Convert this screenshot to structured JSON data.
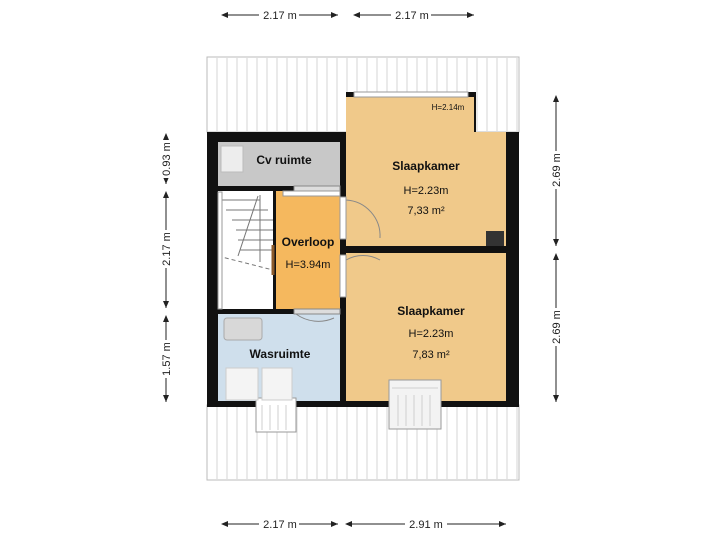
{
  "dimensions": {
    "top_left": "2.17 m",
    "top_right": "2.17 m",
    "bottom_left": "2.17 m",
    "bottom_right": "2.91 m",
    "left_top": "0.93 m",
    "left_middle": "2.17 m",
    "left_bottom": "1.57 m",
    "right_top": "2.69 m",
    "right_bottom": "2.69 m"
  },
  "rooms": {
    "cv": {
      "name": "Cv ruimte"
    },
    "bedroom_top": {
      "name": "Slaapkamer",
      "height": "H=2.23m",
      "area": "7,33 m²",
      "dormer_height": "H=2.14m"
    },
    "landing": {
      "name": "Overloop",
      "height": "H=3.94m"
    },
    "bedroom_bottom": {
      "name": "Slaapkamer",
      "height": "H=2.23m",
      "area": "7,83 m²"
    },
    "laundry": {
      "name": "Wasruimte"
    }
  },
  "colors": {
    "bedroom": "#f0c98a",
    "landing": "#f5b85e",
    "cv": "#c8c8c8",
    "laundry": "#cfdfec",
    "wall": "#111111",
    "roof": "#ffffff"
  }
}
